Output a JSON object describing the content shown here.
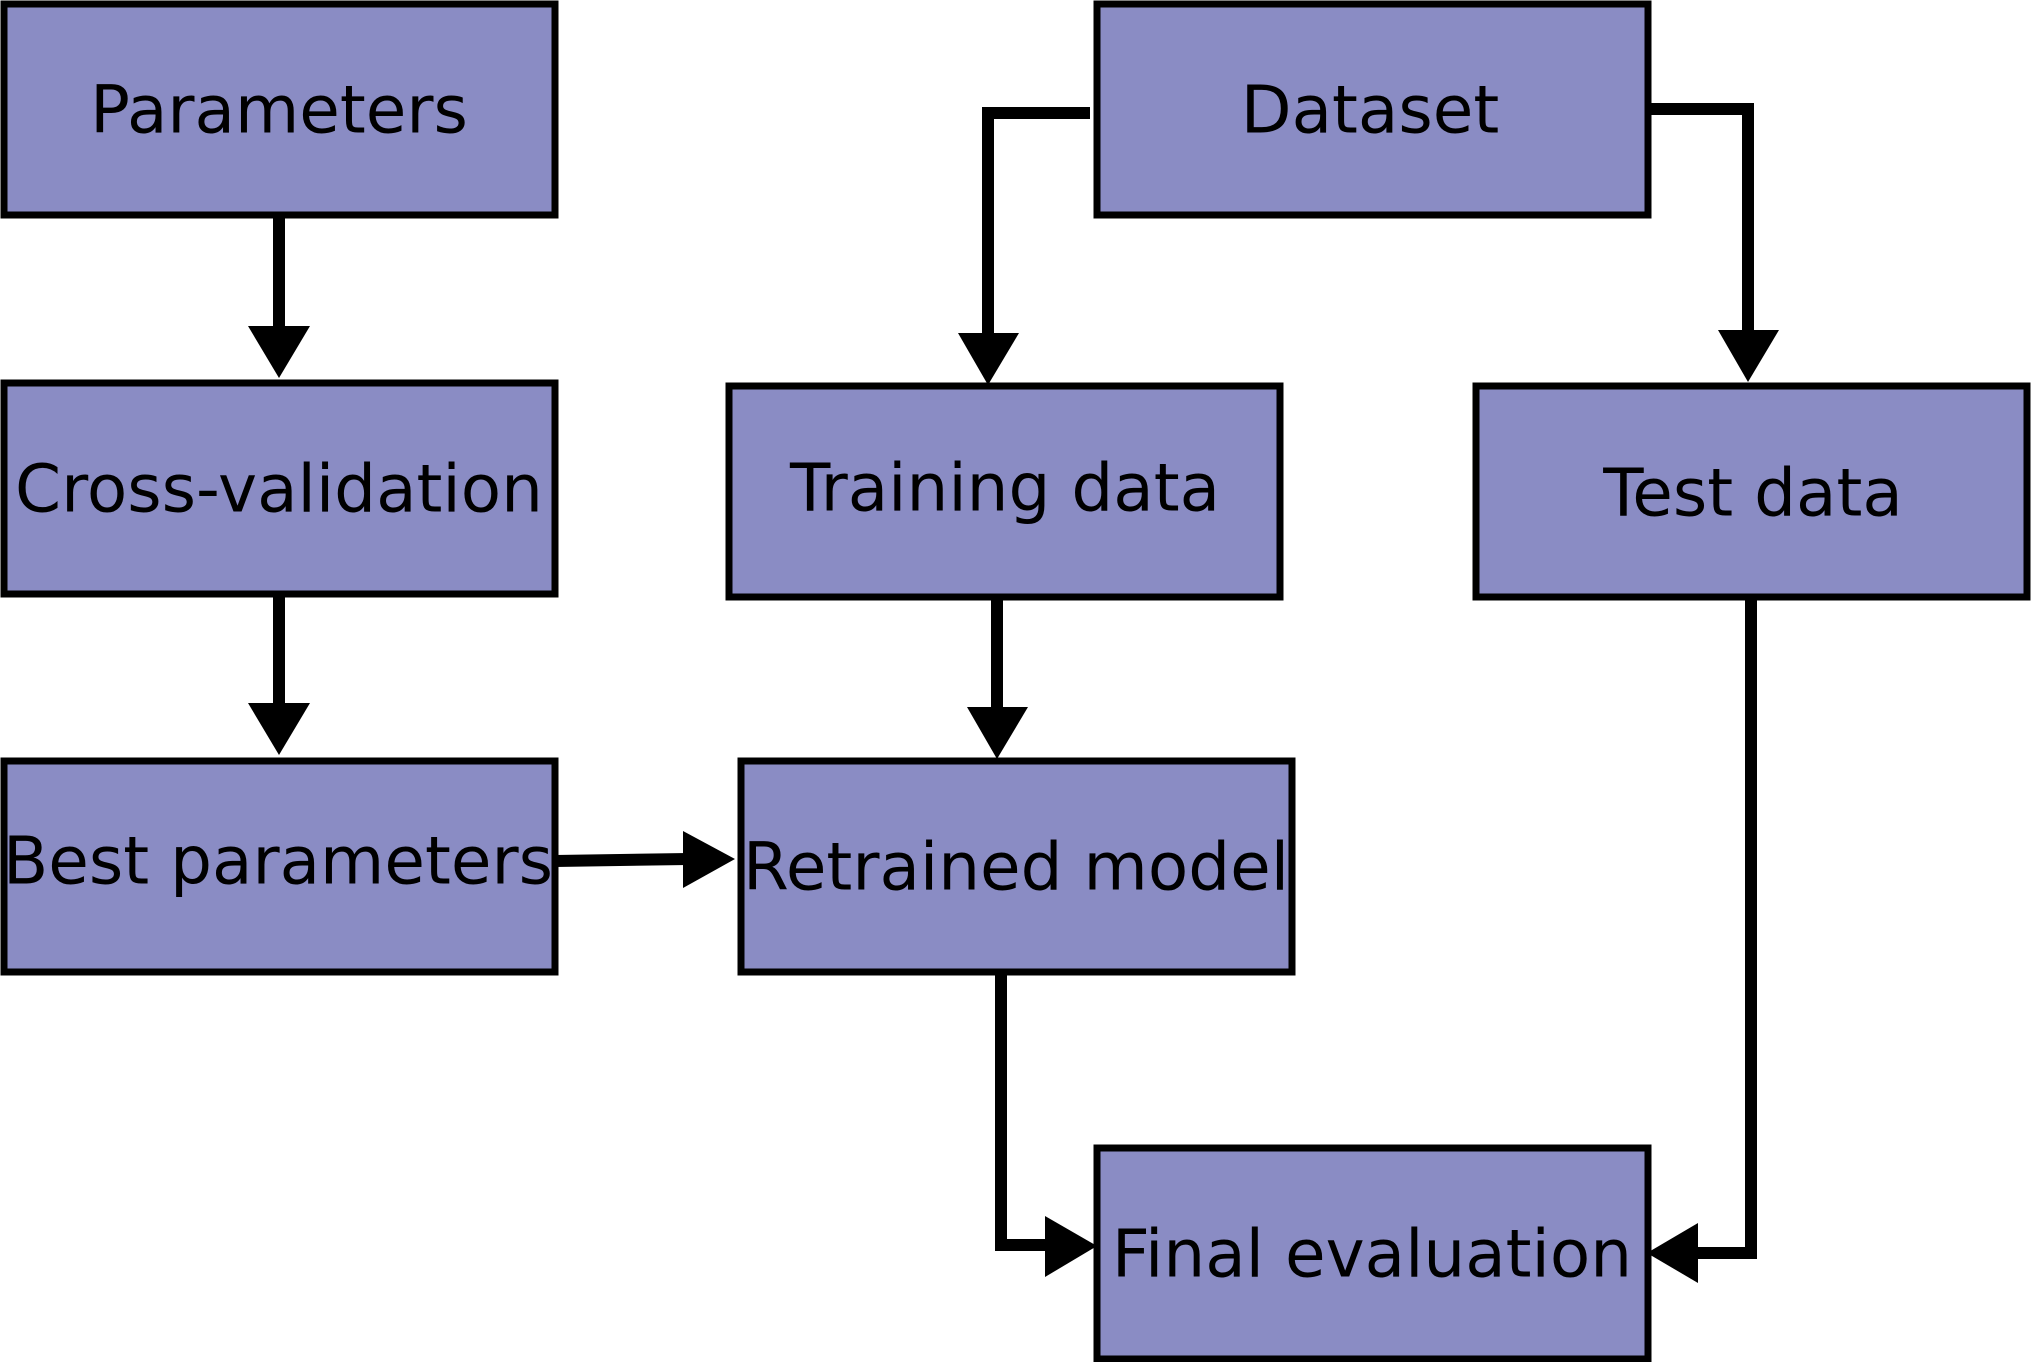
{
  "diagram": {
    "box_fill": "#8a8cc4",
    "stroke_color": "#000000",
    "nodes": {
      "parameters": "Parameters",
      "dataset": "Dataset",
      "cross_validation": "Cross-validation",
      "training_data": "Training data",
      "test_data": "Test data",
      "best_parameters": "Best parameters",
      "retrained_model": "Retrained model",
      "final_evaluation": "Final evaluation"
    },
    "edges": [
      {
        "from": "Parameters",
        "to": "Cross-validation"
      },
      {
        "from": "Cross-validation",
        "to": "Best parameters"
      },
      {
        "from": "Dataset",
        "to": "Training data"
      },
      {
        "from": "Dataset",
        "to": "Test data"
      },
      {
        "from": "Training data",
        "to": "Retrained model"
      },
      {
        "from": "Best parameters",
        "to": "Retrained model"
      },
      {
        "from": "Retrained model",
        "to": "Final evaluation"
      },
      {
        "from": "Test data",
        "to": "Final evaluation"
      }
    ]
  }
}
